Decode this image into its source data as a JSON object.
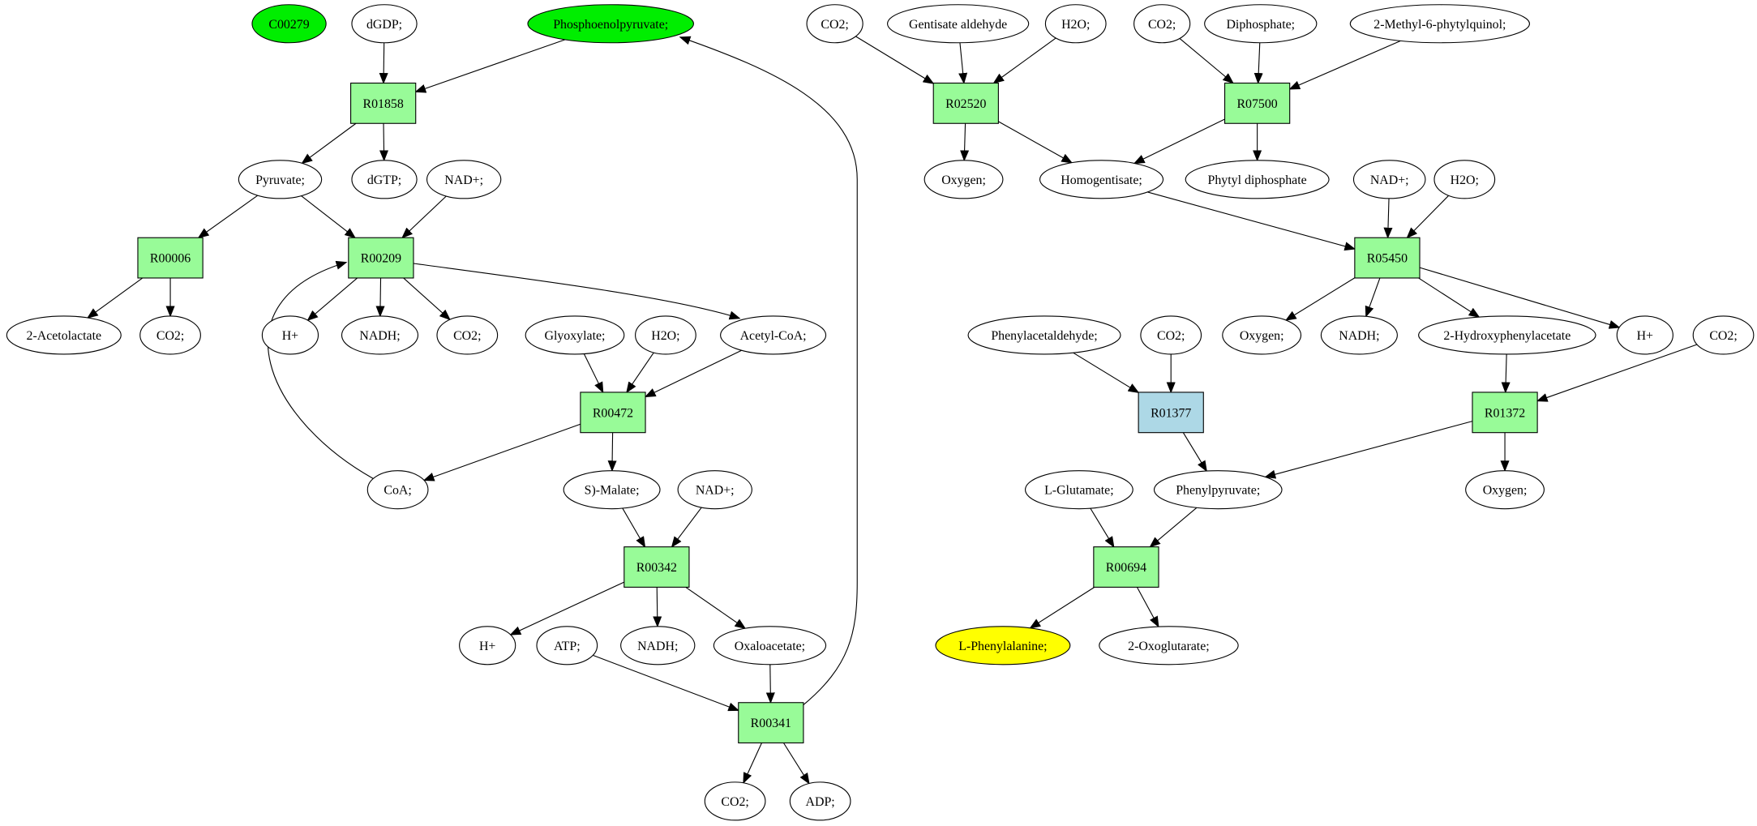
{
  "colors": {
    "compound_highlight": "#00ee00",
    "reaction": "#98fb98",
    "reaction_alt": "#add8e6",
    "target": "#ffff00",
    "default": "#ffffff"
  },
  "nodes": [
    {
      "id": "c00279",
      "label": "C00279",
      "kind": "compound",
      "fill": "#00ee00"
    },
    {
      "id": "dgdp",
      "label": "dGDP;",
      "kind": "compound"
    },
    {
      "id": "pep",
      "label": "Phosphoenolpyruvate;",
      "kind": "compound",
      "fill": "#00ee00"
    },
    {
      "id": "co2a",
      "label": "CO2;",
      "kind": "compound"
    },
    {
      "id": "gentald",
      "label": "Gentisate aldehyde",
      "kind": "compound"
    },
    {
      "id": "h2oa",
      "label": "H2O;",
      "kind": "compound"
    },
    {
      "id": "co2b",
      "label": "CO2;",
      "kind": "compound"
    },
    {
      "id": "diphos",
      "label": "Diphosphate;",
      "kind": "compound"
    },
    {
      "id": "m6pq",
      "label": "2-Methyl-6-phytylquinol;",
      "kind": "compound"
    },
    {
      "id": "r01858",
      "label": "R01858",
      "kind": "reaction"
    },
    {
      "id": "r02520",
      "label": "R02520",
      "kind": "reaction"
    },
    {
      "id": "r07500",
      "label": "R07500",
      "kind": "reaction"
    },
    {
      "id": "pyruvate",
      "label": "Pyruvate;",
      "kind": "compound"
    },
    {
      "id": "dgtp",
      "label": "dGTP;",
      "kind": "compound"
    },
    {
      "id": "nada",
      "label": "NAD+;",
      "kind": "compound"
    },
    {
      "id": "oxya",
      "label": "Oxygen;",
      "kind": "compound"
    },
    {
      "id": "homog",
      "label": "Homogentisate;",
      "kind": "compound"
    },
    {
      "id": "phytyl",
      "label": "Phytyl diphosphate",
      "kind": "compound"
    },
    {
      "id": "nadb",
      "label": "NAD+;",
      "kind": "compound"
    },
    {
      "id": "h2ob",
      "label": "H2O;",
      "kind": "compound"
    },
    {
      "id": "r00006",
      "label": "R00006",
      "kind": "reaction"
    },
    {
      "id": "r00209",
      "label": "R00209",
      "kind": "reaction"
    },
    {
      "id": "r05450",
      "label": "R05450",
      "kind": "reaction"
    },
    {
      "id": "acetolac",
      "label": "2-Acetolactate",
      "kind": "compound"
    },
    {
      "id": "co2c",
      "label": "CO2;",
      "kind": "compound"
    },
    {
      "id": "hpa",
      "label": "H+",
      "kind": "compound"
    },
    {
      "id": "nadha",
      "label": "NADH;",
      "kind": "compound"
    },
    {
      "id": "co2d",
      "label": "CO2;",
      "kind": "compound"
    },
    {
      "id": "glyox",
      "label": "Glyoxylate;",
      "kind": "compound"
    },
    {
      "id": "h2oc",
      "label": "H2O;",
      "kind": "compound"
    },
    {
      "id": "acoa",
      "label": "Acetyl-CoA;",
      "kind": "compound"
    },
    {
      "id": "phald",
      "label": "Phenylacetaldehyde;",
      "kind": "compound"
    },
    {
      "id": "co2e",
      "label": "CO2;",
      "kind": "compound"
    },
    {
      "id": "oxyb",
      "label": "Oxygen;",
      "kind": "compound"
    },
    {
      "id": "nadhb",
      "label": "NADH;",
      "kind": "compound"
    },
    {
      "id": "hpac",
      "label": "2-Hydroxyphenylacetate",
      "kind": "compound"
    },
    {
      "id": "hpb",
      "label": "H+",
      "kind": "compound"
    },
    {
      "id": "co2f",
      "label": "CO2;",
      "kind": "compound"
    },
    {
      "id": "r00472",
      "label": "R00472",
      "kind": "reaction"
    },
    {
      "id": "r01377",
      "label": "R01377",
      "kind": "reaction",
      "fill": "#add8e6"
    },
    {
      "id": "r01372",
      "label": "R01372",
      "kind": "reaction"
    },
    {
      "id": "coa",
      "label": "CoA;",
      "kind": "compound"
    },
    {
      "id": "malate",
      "label": "S)-Malate;",
      "kind": "compound"
    },
    {
      "id": "nadc",
      "label": "NAD+;",
      "kind": "compound"
    },
    {
      "id": "lglu",
      "label": "L-Glutamate;",
      "kind": "compound"
    },
    {
      "id": "phpyr",
      "label": "Phenylpyruvate;",
      "kind": "compound"
    },
    {
      "id": "oxyc",
      "label": "Oxygen;",
      "kind": "compound"
    },
    {
      "id": "r00342",
      "label": "R00342",
      "kind": "reaction"
    },
    {
      "id": "r00694",
      "label": "R00694",
      "kind": "reaction"
    },
    {
      "id": "hpc",
      "label": "H+",
      "kind": "compound"
    },
    {
      "id": "atp",
      "label": "ATP;",
      "kind": "compound"
    },
    {
      "id": "nadhc",
      "label": "NADH;",
      "kind": "compound"
    },
    {
      "id": "oxaloac",
      "label": "Oxaloacetate;",
      "kind": "compound"
    },
    {
      "id": "lphe",
      "label": "L-Phenylalanine;",
      "kind": "compound",
      "fill": "#ffff00"
    },
    {
      "id": "oxoglu",
      "label": "2-Oxoglutarate;",
      "kind": "compound"
    },
    {
      "id": "r00341",
      "label": "R00341",
      "kind": "reaction"
    },
    {
      "id": "co2g",
      "label": "CO2;",
      "kind": "compound"
    },
    {
      "id": "adp",
      "label": "ADP;",
      "kind": "compound"
    }
  ],
  "edges": [
    [
      "dgdp",
      "r01858"
    ],
    [
      "pep",
      "r01858"
    ],
    [
      "r01858",
      "pyruvate"
    ],
    [
      "r01858",
      "dgtp"
    ],
    [
      "pyruvate",
      "r00006"
    ],
    [
      "pyruvate",
      "r00209"
    ],
    [
      "nada",
      "r00209"
    ],
    [
      "r00006",
      "acetolac"
    ],
    [
      "r00006",
      "co2c"
    ],
    [
      "r00209",
      "hpa"
    ],
    [
      "r00209",
      "nadha"
    ],
    [
      "r00209",
      "co2d"
    ],
    [
      "r00209",
      "acoa"
    ],
    [
      "glyox",
      "r00472"
    ],
    [
      "h2oc",
      "r00472"
    ],
    [
      "acoa",
      "r00472"
    ],
    [
      "r00472",
      "coa"
    ],
    [
      "r00472",
      "malate"
    ],
    [
      "coa",
      "r00209"
    ],
    [
      "malate",
      "r00342"
    ],
    [
      "nadc",
      "r00342"
    ],
    [
      "r00342",
      "hpc"
    ],
    [
      "r00342",
      "nadhc"
    ],
    [
      "r00342",
      "oxaloac"
    ],
    [
      "atp",
      "r00341"
    ],
    [
      "oxaloac",
      "r00341"
    ],
    [
      "r00341",
      "co2g"
    ],
    [
      "r00341",
      "adp"
    ],
    [
      "r00341",
      "pep"
    ],
    [
      "co2a",
      "r02520"
    ],
    [
      "gentald",
      "r02520"
    ],
    [
      "h2oa",
      "r02520"
    ],
    [
      "r02520",
      "oxya"
    ],
    [
      "r02520",
      "homog"
    ],
    [
      "co2b",
      "r07500"
    ],
    [
      "diphos",
      "r07500"
    ],
    [
      "m6pq",
      "r07500"
    ],
    [
      "r07500",
      "homog"
    ],
    [
      "r07500",
      "phytyl"
    ],
    [
      "homog",
      "r05450"
    ],
    [
      "nadb",
      "r05450"
    ],
    [
      "h2ob",
      "r05450"
    ],
    [
      "r05450",
      "oxyb"
    ],
    [
      "r05450",
      "nadhb"
    ],
    [
      "r05450",
      "hpac"
    ],
    [
      "r05450",
      "hpb"
    ],
    [
      "phald",
      "r01377"
    ],
    [
      "co2e",
      "r01377"
    ],
    [
      "r01377",
      "phpyr"
    ],
    [
      "hpac",
      "r01372"
    ],
    [
      "co2f",
      "r01372"
    ],
    [
      "r01372",
      "phpyr"
    ],
    [
      "r01372",
      "oxyc"
    ],
    [
      "lglu",
      "r00694"
    ],
    [
      "phpyr",
      "r00694"
    ],
    [
      "r00694",
      "lphe"
    ],
    [
      "r00694",
      "oxoglu"
    ]
  ]
}
